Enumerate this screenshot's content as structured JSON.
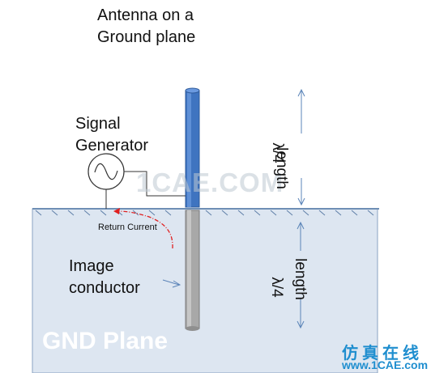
{
  "title": "Antenna on a\nGround plane",
  "signal_generator_label": "Signal\nGenerator",
  "return_current_label": "Return Current",
  "image_conductor_label": "Image\nconductor",
  "gnd_plane_label": "GND Plane",
  "upper_quarter_wave": {
    "lambda": "λ/4",
    "length": "length"
  },
  "lower_quarter_wave": {
    "lambda": "λ/4",
    "length": "length"
  },
  "watermark_center": "1CAE.COM",
  "watermark_corner_cn": "仿真在线",
  "watermark_corner_site": "www.1CAE.com",
  "colors": {
    "antenna": "#3f74c0",
    "image_conductor": "#a8a8a8",
    "ground_plane_fill": "#dde6f1",
    "return_current": "#e02020",
    "watermark": "#1f8ecf"
  }
}
